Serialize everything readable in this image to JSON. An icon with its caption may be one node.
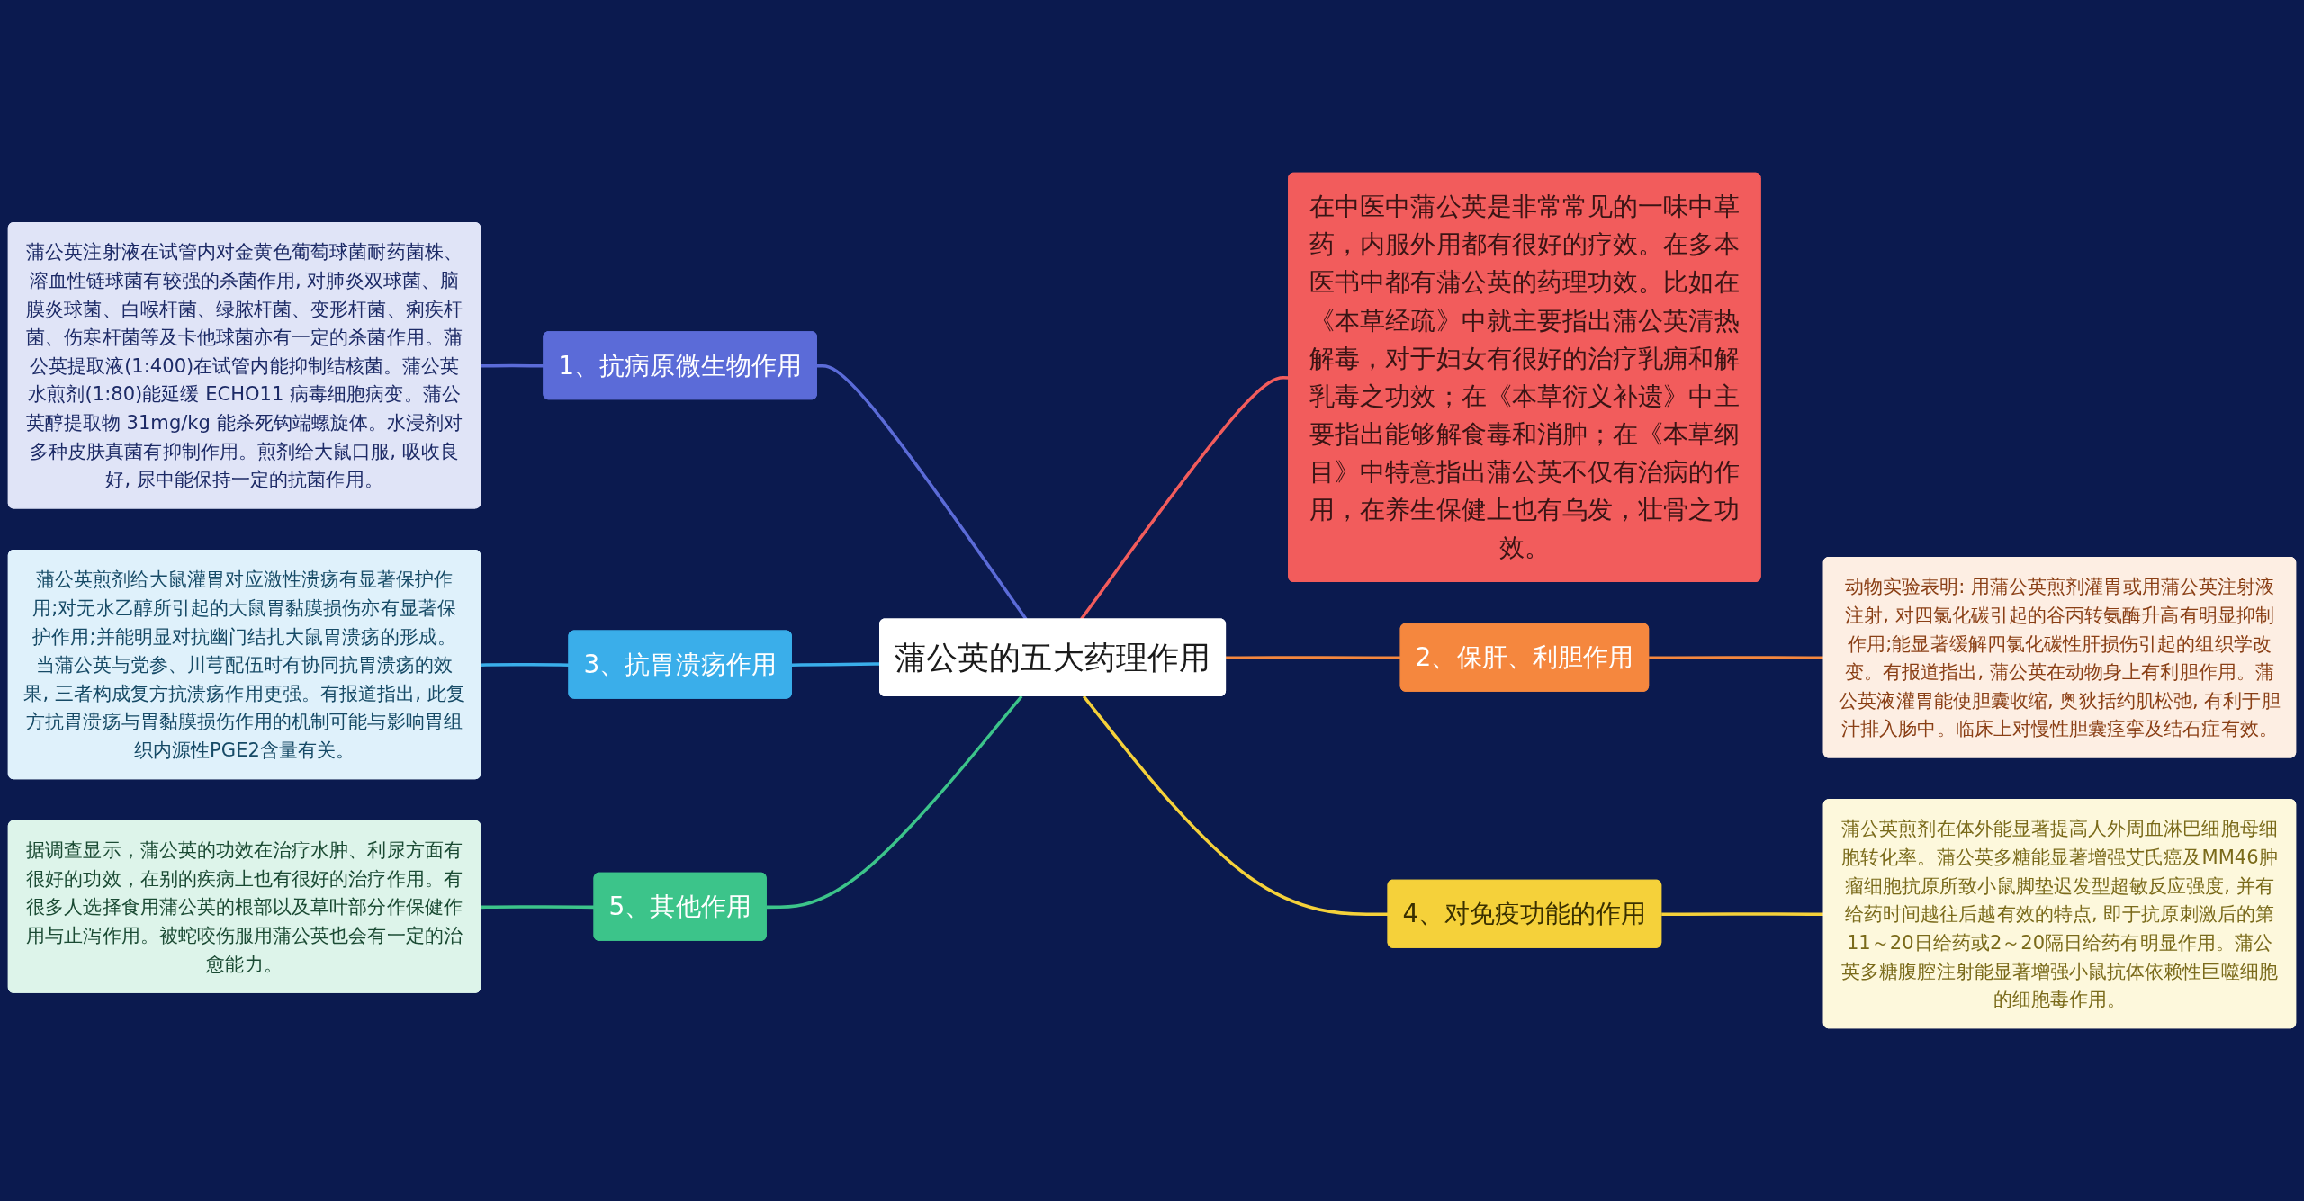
{
  "diagram": {
    "nodes": [
      {
        "text": [
          "蒲公英的五大药理作用"
        ]
      },
      {
        "text": [
          "1、抗病原微生物作用"
        ]
      },
      {
        "text": [
          "蒲公英注射液在试管内对金黄色葡萄球菌耐药菌株、溶血性链球菌有较强的杀菌作用, 对肺炎双球菌、脑膜炎球菌、白喉杆菌、绿脓杆菌、变形杆菌、痢疾杆菌、伤寒杆菌等及卡他球菌亦有一定的杀菌作用。蒲公英提取液(1:400)在试管内能抑制结核菌。蒲公英水煎剂(1:80)能延缓 ECHO11 病毒细胞病变。蒲公英醇提取物 31mg/kg 能杀死钩端螺旋体。水浸剂对多种皮肤真菌有抑制作用。煎剂给大鼠口服, 吸收良好, 尿中能保持一定的抗菌作用。"
        ]
      },
      {
        "text": [
          "3、抗胃溃疡作用"
        ]
      },
      {
        "text": [
          "蒲公英煎剂给大鼠灌胃对应激性溃疡有显著保护作用;对无水乙醇所引起的大鼠胃黏膜损伤亦有显著保护作用;并能明显对抗幽门结扎大鼠胃溃疡的形成。当蒲公英与党参、川芎配伍时有协同抗胃溃疡的效果, 三者构成复方抗溃疡作用更强。有报道指出, 此复方抗胃溃疡与胃黏膜损伤作用的机制可能与影响胃组织内源性PGE2含量有关。"
        ]
      },
      {
        "text": [
          "5、其他作用"
        ]
      },
      {
        "text": [
          "据调查显示，蒲公英的功效在治疗水肿、利尿方面有很好的功效，在别的疾病上也有很好的治疗作用。有很多人选择食用蒲公英的根部以及草叶部分作保健作用与止泻作用。被蛇咬伤服用蒲公英也会有一定的治愈能力。"
        ]
      },
      {
        "text": [
          "在中医中蒲公英是非常常见的一味中草药，内服外用都有很好的疗效。在多本医书中都有蒲公英的药理功效。比如在《本草经疏》中就主要指出蒲公英清热解毒，对于妇女有很好的治疗乳痈和解乳毒之功效；在《本草衍义补遗》中主要指出能够解食毒和消肿；在《本草纲目》中特意指出蒲公英不仅有治病的作用，在养生保健上也有乌发，壮骨之功效。"
        ]
      },
      {
        "text": [
          "2、保肝、利胆作用"
        ]
      },
      {
        "text": [
          "动物实验表明: 用蒲公英煎剂灌胃或用蒲公英注射液注射, 对四氯化碳引起的谷丙转氨酶升高有明显抑制作用;能显著缓解四氯化碳性肝损伤引起的组织学改变。有报道指出, 蒲公英在动物身上有利胆作用。蒲公英液灌胃能使胆囊收缩, 奥狄括约肌松弛, 有利于胆汁排入肠中。临床上对慢性胆囊痉挛及结石症有效。"
        ]
      },
      {
        "text": [
          "4、对免疫功能的作用"
        ]
      },
      {
        "text": [
          "蒲公英煎剂在体外能显著提高人外周血淋巴细胞母细胞转化率。蒲公英多糖能显著增强艾氏癌及MM46肿瘤细胞抗原所致小鼠脚垫迟发型超敏反应强度, 并有给药时间越往后越有效的特点, 即于抗原刺激后的第11～20日给药或2～20隔日给药有明显作用。蒲公英多糖腹腔注射能显著增强小鼠抗体依赖性巨噬细胞的细胞毒作用。"
        ]
      }
    ],
    "edges": [
      {
        "from": 1,
        "to": 0,
        "arrow": "none",
        "color": "#5b6bd8"
      },
      {
        "from": 2,
        "to": 1,
        "arrow": "none",
        "color": "#5b6bd8"
      },
      {
        "from": 3,
        "to": 0,
        "arrow": "none",
        "color": "#3aaeea"
      },
      {
        "from": 4,
        "to": 3,
        "arrow": "none",
        "color": "#3aaeea"
      },
      {
        "from": 5,
        "to": 0,
        "arrow": "none",
        "color": "#3cc48a"
      },
      {
        "from": 6,
        "to": 5,
        "arrow": "none",
        "color": "#3cc48a"
      },
      {
        "from": 0,
        "to": 7,
        "arrow": "none",
        "color": "#f25c5c"
      },
      {
        "from": 0,
        "to": 8,
        "arrow": "none",
        "color": "#f5873e"
      },
      {
        "from": 8,
        "to": 9,
        "arrow": "none",
        "color": "#f5873e"
      },
      {
        "from": 0,
        "to": 10,
        "arrow": "none",
        "color": "#f5d13a"
      },
      {
        "from": 10,
        "to": 11,
        "arrow": "none",
        "color": "#f5d13a"
      }
    ]
  }
}
